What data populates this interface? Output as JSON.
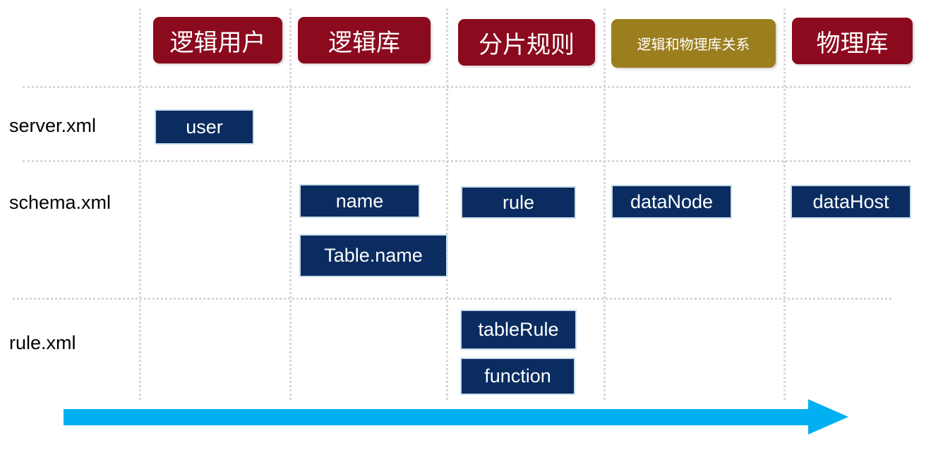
{
  "headers": {
    "logical_user": "逻辑用户",
    "logical_db": "逻辑库",
    "shard_rule": "分片规则",
    "logical_physical_relation": "逻辑和物理库关系",
    "physical_db": "物理库"
  },
  "rows": {
    "server": "server.xml",
    "schema": "schema.xml",
    "rule": "rule.xml"
  },
  "nodes": {
    "user": "user",
    "name": "name",
    "table_name": "Table.name",
    "rule": "rule",
    "data_node": "dataNode",
    "data_host": "dataHost",
    "table_rule": "tableRule",
    "function": "function"
  },
  "colors": {
    "header_red": "#8b0a1e",
    "header_gold": "#9b7f1e",
    "node_navy": "#0a2c60",
    "arrow_blue": "#00b0f0"
  }
}
